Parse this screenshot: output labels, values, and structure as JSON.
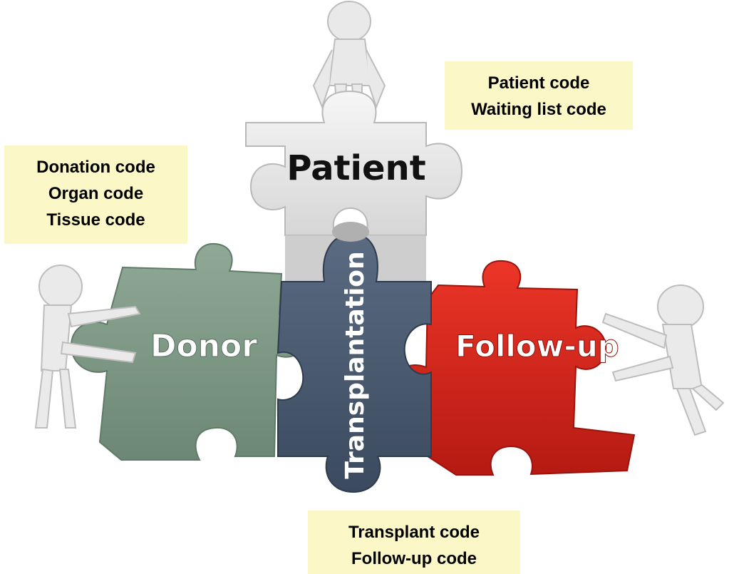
{
  "pieces": {
    "patient": {
      "label": "Patient",
      "color": "#e8e8e8"
    },
    "donor": {
      "label": "Donor",
      "color": "#7f9a86"
    },
    "transplantation": {
      "label": "Transplantation",
      "color": "#4a5a70"
    },
    "follow_up": {
      "label": "Follow-up",
      "color": "#d8261b"
    }
  },
  "notes": {
    "patient": [
      "Patient code",
      "Waiting list code"
    ],
    "donor": [
      "Donation code",
      "Organ code",
      "Tissue code"
    ],
    "transplant": [
      "Transplant code",
      "Follow-up code"
    ]
  },
  "note_color": "#fbf7c6"
}
